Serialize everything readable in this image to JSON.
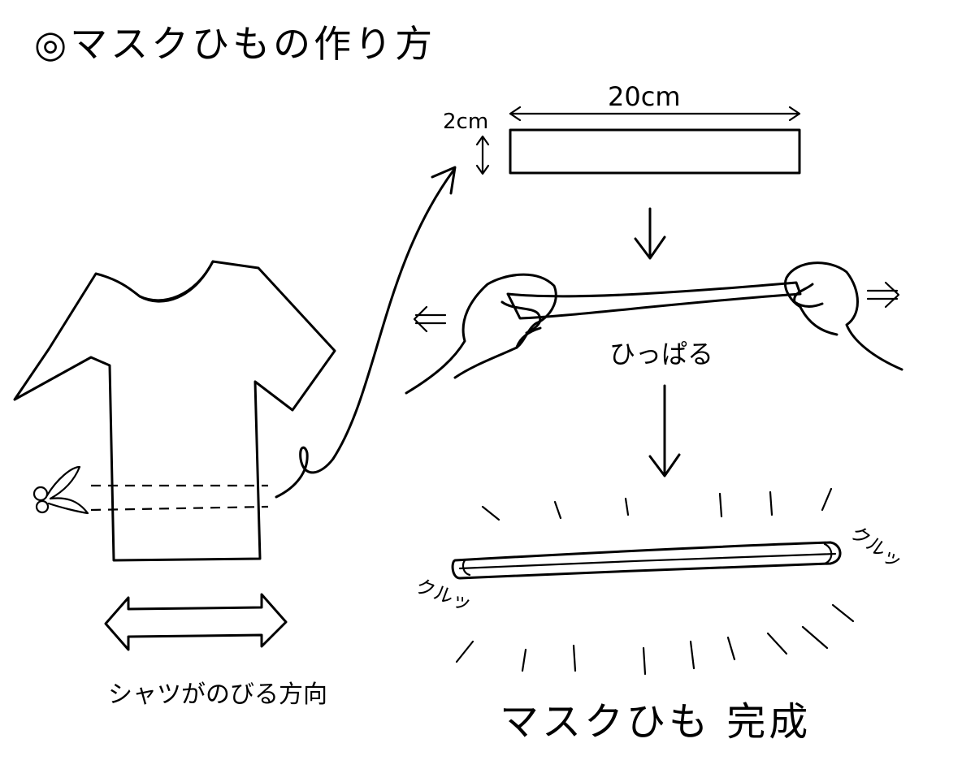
{
  "title": "◎マスクひもの作り方",
  "labels": {
    "length": "20cm",
    "width": "2cm",
    "pull": "ひっぱる",
    "stretch_direction": "シャツがのびる方向",
    "curl_right": "クルッ",
    "curl_left": "クルッ",
    "complete": "マスクひも 完成"
  }
}
